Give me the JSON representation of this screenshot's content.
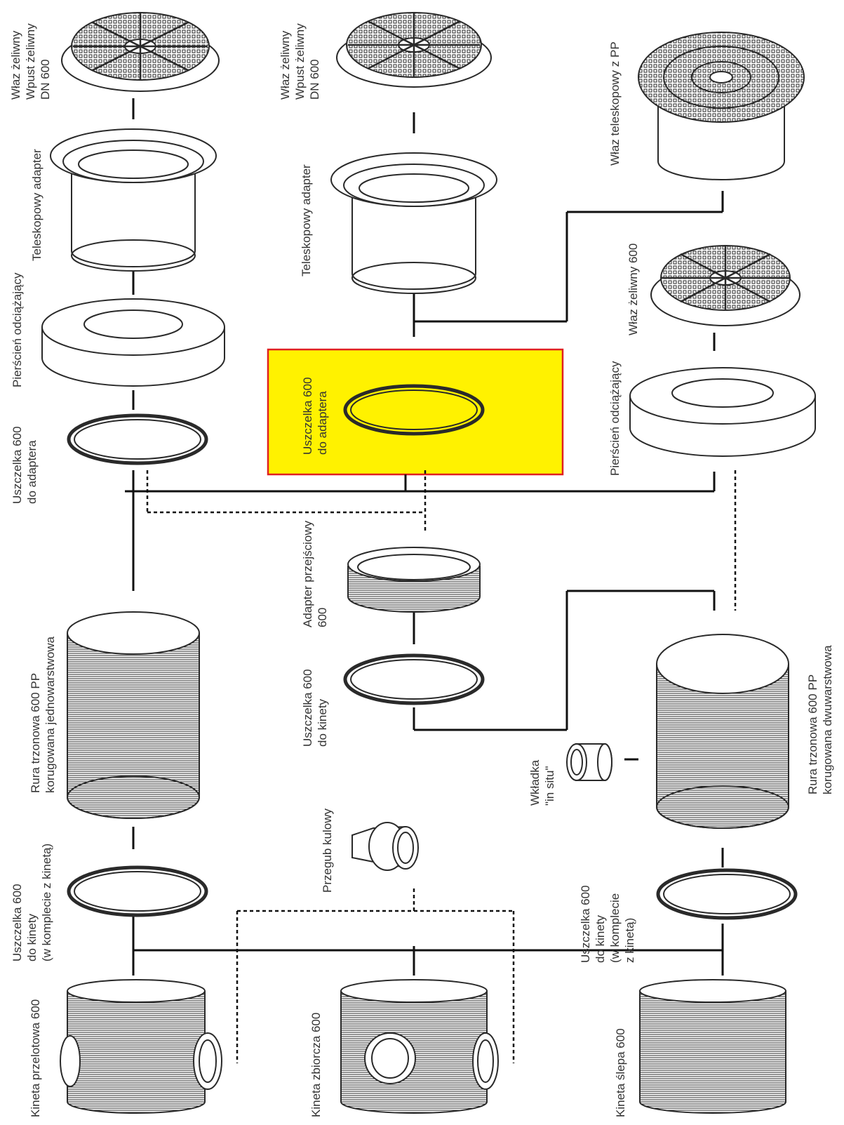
{
  "colors": {
    "line": "#111111",
    "part_stroke": "#2a2a2a",
    "part_fill": "#ffffff",
    "text": "#333333",
    "highlight_fill": "#fff200",
    "highlight_border": "#e02020"
  },
  "labels": {
    "col1": {
      "manhole_cover": "Właz żeliwny\nWpust żeliwny\nDN 600",
      "telescopic_adapter": "Teleskopowy adapter",
      "relief_ring": "Pierścień odciążający",
      "gasket_adapter": "Uszczelka 600\ndo adaptera",
      "pipe_single": "Rura trzonowa 600 PP\nkorugowana jednowarstwowa",
      "gasket_base": "Uszczelka 600\ndo kinety\n(w komplecie z kinetą)",
      "base_through": "Kineta przelotowa 600"
    },
    "col2": {
      "manhole_cover": "Właz żeliwny\nWpust żeliwny\nDN 600",
      "telescopic_adapter": "Teleskopowy adapter",
      "gasket_adapter": "Uszczelka 600\ndo adaptera",
      "transition_adapter": "Adapter przejściowy\n600",
      "gasket_base": "Uszczelka 600\ndo kinety",
      "ball_joint": "Przegub kulowy",
      "base_collector": "Kineta zbiorcza 600"
    },
    "col3": {
      "telescopic_pp": "Właz teleskopowy z PP",
      "cast_cover": "Właz żeliwny 600",
      "relief_ring": "Pierścień odciążający",
      "insert_in_situ": "Wkładka\n\"in situ\"",
      "pipe_double": "Rura trzonowa 600 PP\nkorugowana dwuwarstwowa",
      "gasket_base": "Uszczelka 600\ndo kinety\n(w komplecie\nz kinetą)",
      "base_blind": "Kineta ślepa 600"
    }
  }
}
